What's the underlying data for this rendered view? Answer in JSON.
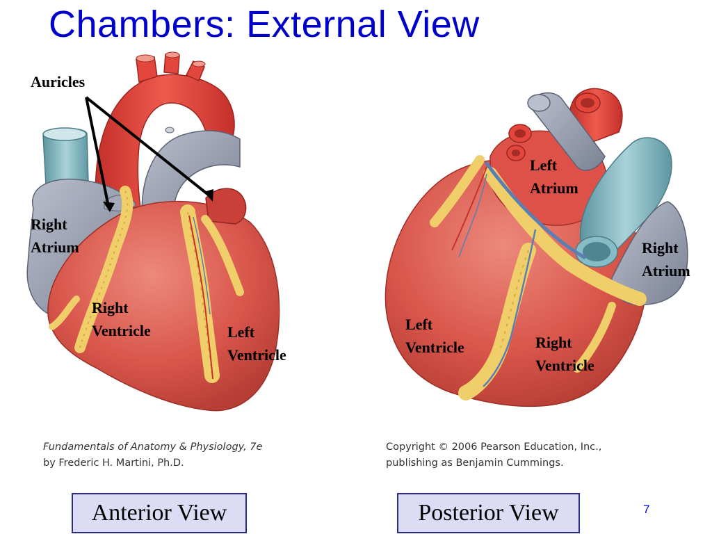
{
  "slide": {
    "title": "Chambers: External View",
    "page_number": "7"
  },
  "anterior": {
    "auricles": "Auricles",
    "right_atrium": [
      "Right",
      "Atrium"
    ],
    "right_ventricle": [
      "Right",
      "Ventricle"
    ],
    "left_ventricle": [
      "Left",
      "Ventricle"
    ],
    "caption": "Anterior View"
  },
  "posterior": {
    "left_atrium": [
      "Left",
      "Atrium"
    ],
    "right_atrium": [
      "Right",
      "Atrium"
    ],
    "left_ventricle": [
      "Left",
      "Ventricle"
    ],
    "right_ventricle": [
      "Right",
      "Ventricle"
    ],
    "caption": "Posterior View"
  },
  "credits": {
    "book_line1": "Fundamentals of Anatomy & Physiology, 7e",
    "book_line2": "by Frederic H. Martini, Ph.D.",
    "copyright_line1": "Copyright © 2006 Pearson Education, Inc.,",
    "copyright_line2": "publishing as Benjamin Cummings."
  },
  "colors": {
    "title": "#0000cc",
    "myocardium": "#d9564b",
    "artery": "#e2463d",
    "vein": "#9aa1b3",
    "vena_cava": "#7fb3bd",
    "fat": "#f0cf6a",
    "caption_fill": "#dcdcf5"
  }
}
